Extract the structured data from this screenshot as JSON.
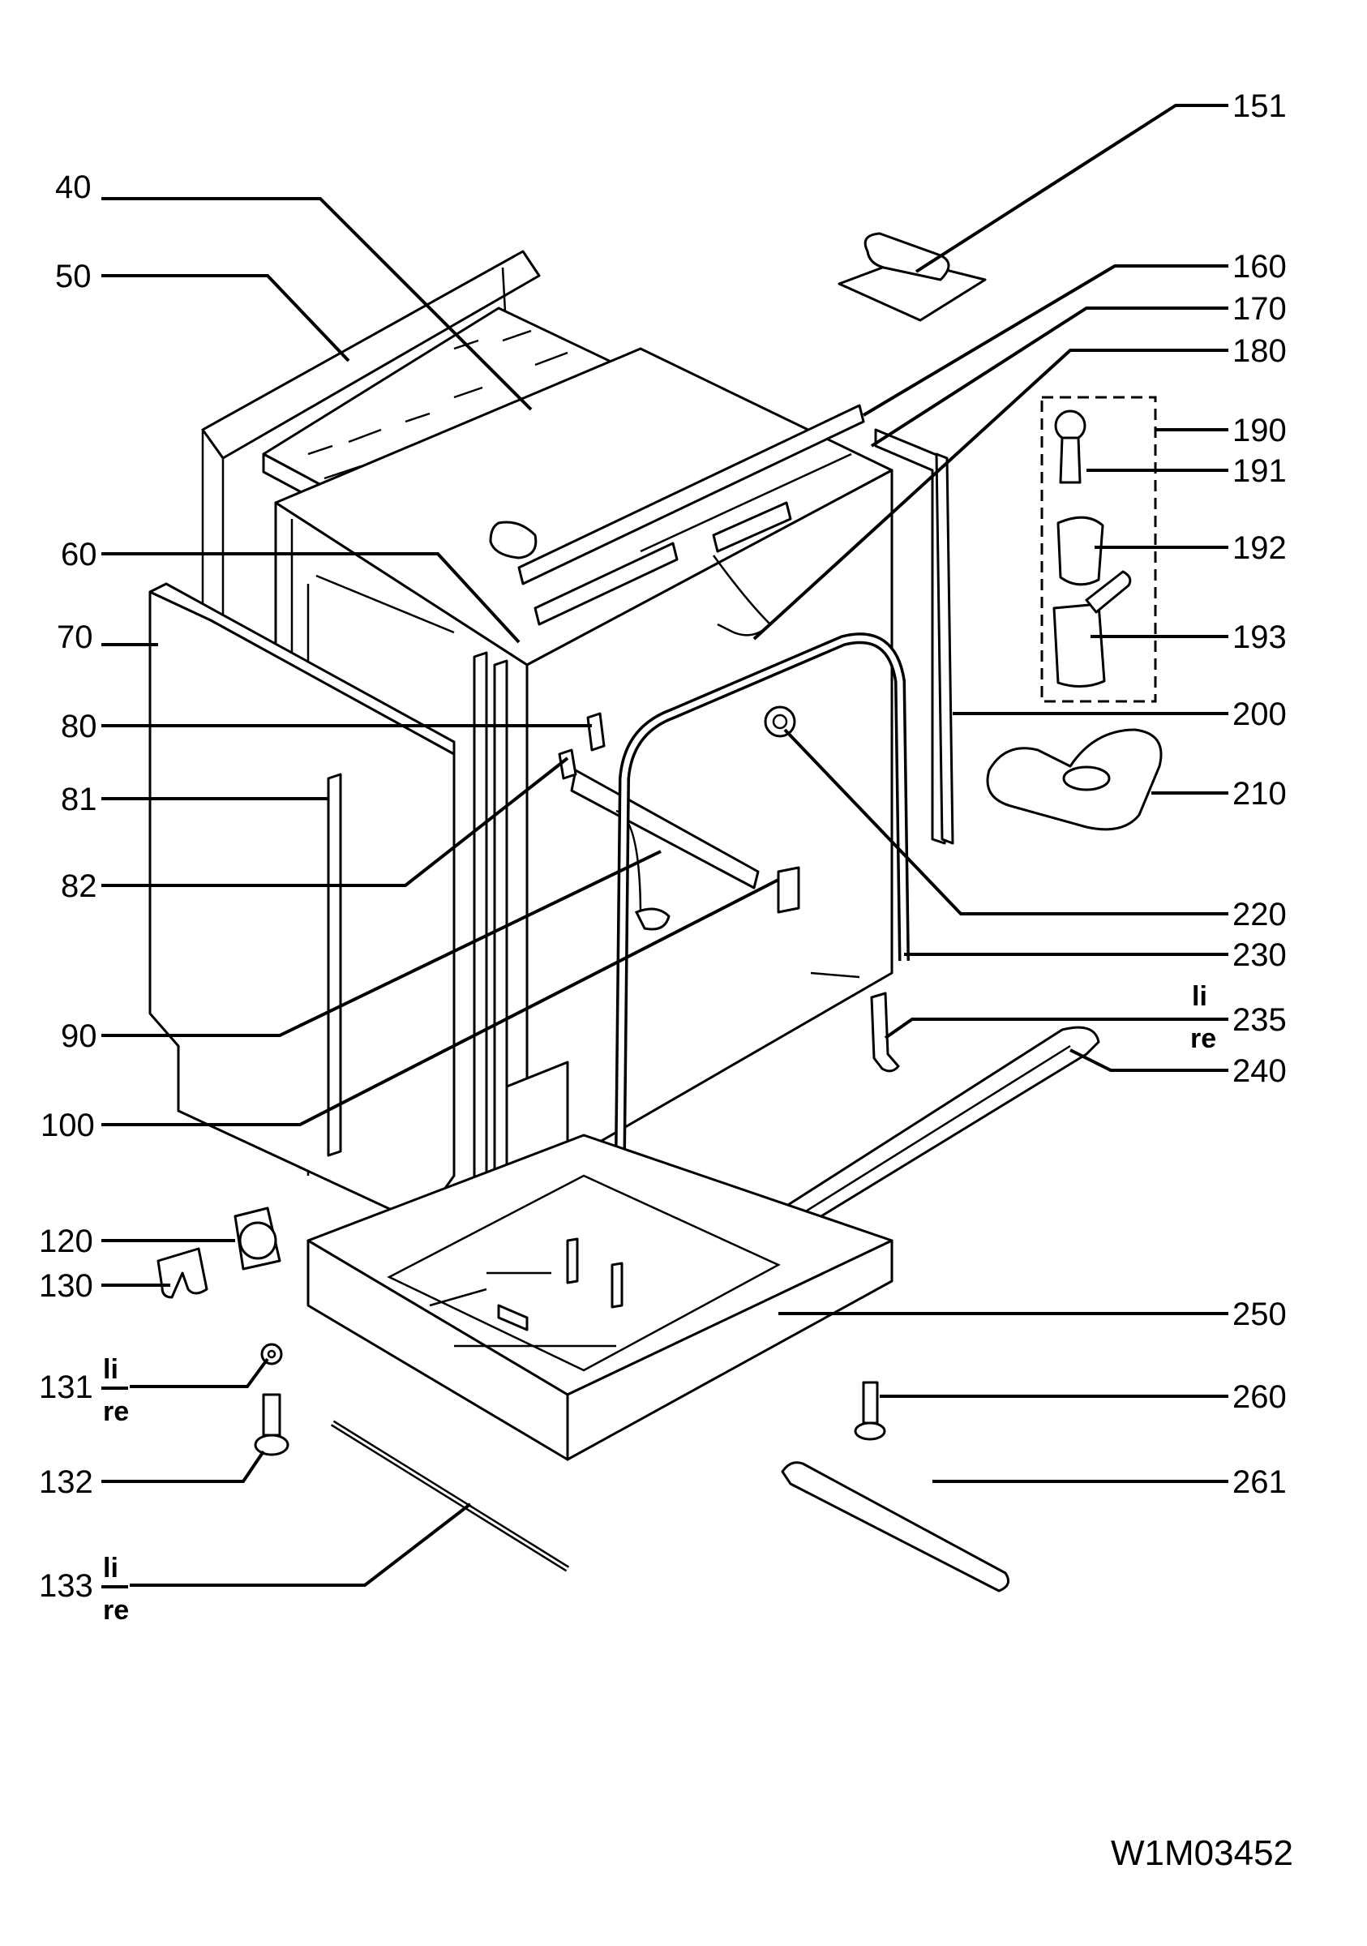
{
  "diagram": {
    "drawing_code": "W1M03452",
    "position_numbers": [
      {
        "id": "p151",
        "num": "151"
      },
      {
        "id": "p40",
        "num": "40"
      },
      {
        "id": "p50",
        "num": "50"
      },
      {
        "id": "p160",
        "num": "160"
      },
      {
        "id": "p170",
        "num": "170"
      },
      {
        "id": "p180",
        "num": "180"
      },
      {
        "id": "p190",
        "num": "190"
      },
      {
        "id": "p191",
        "num": "191"
      },
      {
        "id": "p60",
        "num": "60"
      },
      {
        "id": "p192",
        "num": "192"
      },
      {
        "id": "p70",
        "num": "70"
      },
      {
        "id": "p193",
        "num": "193"
      },
      {
        "id": "p200",
        "num": "200"
      },
      {
        "id": "p80",
        "num": "80"
      },
      {
        "id": "p81",
        "num": "81"
      },
      {
        "id": "p210",
        "num": "210"
      },
      {
        "id": "p82",
        "num": "82"
      },
      {
        "id": "p220",
        "num": "220"
      },
      {
        "id": "p230",
        "num": "230"
      },
      {
        "id": "p235",
        "num": "235"
      },
      {
        "id": "p90",
        "num": "90"
      },
      {
        "id": "p240",
        "num": "240"
      },
      {
        "id": "p100",
        "num": "100"
      },
      {
        "id": "p120",
        "num": "120"
      },
      {
        "id": "p130",
        "num": "130"
      },
      {
        "id": "p250",
        "num": "250"
      },
      {
        "id": "p131",
        "num": "131"
      },
      {
        "id": "p260",
        "num": "260"
      },
      {
        "id": "p132",
        "num": "132"
      },
      {
        "id": "p261",
        "num": "261"
      },
      {
        "id": "p133",
        "num": "133"
      }
    ],
    "side_marks": {
      "left": "li",
      "right": "re"
    }
  }
}
